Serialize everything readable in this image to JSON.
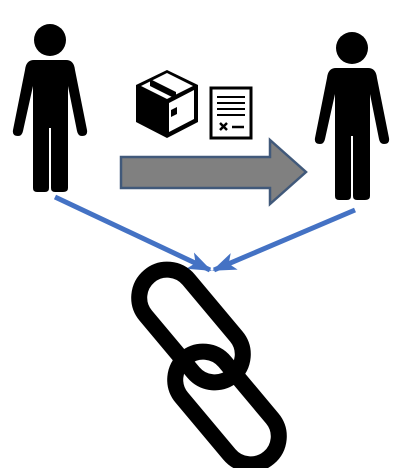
{
  "diagram": {
    "nodes": [
      {
        "id": "sender",
        "icon": "person-icon"
      },
      {
        "id": "receiver",
        "icon": "person-icon"
      },
      {
        "id": "package",
        "icon": "package-icon"
      },
      {
        "id": "document",
        "icon": "document-icon"
      },
      {
        "id": "link",
        "icon": "chain-link-icon"
      }
    ],
    "edges": [
      {
        "from": "sender",
        "to": "receiver",
        "style": "block-arrow"
      },
      {
        "from": "sender",
        "to": "link",
        "style": "line-arrow"
      },
      {
        "from": "receiver",
        "to": "link",
        "style": "line-arrow"
      }
    ],
    "document_marks": [
      "x",
      "—"
    ]
  },
  "colors": {
    "icon": "#000000",
    "block_arrow_fill": "#808080",
    "block_arrow_stroke": "#41597a",
    "connector": "#4472c4",
    "background": "#ffffff"
  }
}
